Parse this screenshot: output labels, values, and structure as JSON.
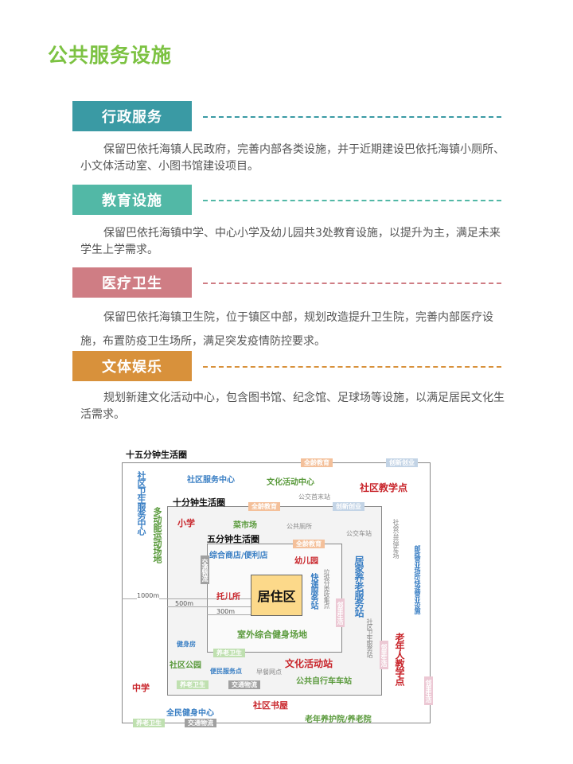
{
  "page_title": "公共服务设施",
  "sections": [
    {
      "heading": "行政服务",
      "color": "#3a9aa4",
      "text": "保留巴依托海镇人民政府，完善内部各类设施，并于近期建设巴依托海镇小厕所、小文体活动室、小图书馆建设项目。"
    },
    {
      "heading": "教育设施",
      "color": "#52b8a6",
      "text": "保留巴依托海镇中学、中心小学及幼儿园共3处教育设施，以提升为主，满足未来学生上学需求。"
    },
    {
      "heading": "医疗卫生",
      "color": "#cf7d84",
      "text": "保留巴依托海镇卫生院，位于镇区中部，规划改造提升卫生院，完善内部医疗设施，布置防疫卫生场所，满足突发疫情防控要求。"
    },
    {
      "heading": "文体娱乐",
      "color": "#d8913b",
      "text": "规划新建文化活动中心，包含图书馆、纪念馆、足球场等设施，以满足居民文化生活需求。"
    }
  ],
  "diagram": {
    "circle15": "十五分钟生活圈",
    "circle10": "十分钟生活圈",
    "circle5": "五分钟生活圈",
    "center": "居住区",
    "distances": [
      "1000m",
      "500m",
      "300m"
    ],
    "tags": {
      "edu": "全龄教育",
      "innov": "创新创业",
      "elder": "养老卫生",
      "logistics": "交通物流",
      "neighbor": "邻里生活"
    },
    "labels": {
      "community_health_center": "社区卫生服务中心",
      "community_service_center": "社区服务中心",
      "culture_center": "文化活动中心",
      "community_teaching": "社区教学点",
      "bus_terminal": "公交首末站",
      "multi_sports": "多动能运动场地",
      "primary_school": "小学",
      "market": "菜市场",
      "toilet": "公共厕所",
      "bus_stop": "公交车站",
      "parking": "社会公共停车场",
      "store": "综合商店/便利店",
      "kindergarten": "幼儿园",
      "home_elderly": "居家养老服务站",
      "post": "邮政营业场所/快递营业设施",
      "express": "快递服务站",
      "garbage": "垃圾分类收集点",
      "nursery": "托儿所",
      "outdoor_fitness": "室外综合健身场地",
      "health_station": "社区卫生服务站",
      "elderly_teaching": "老年人教学点",
      "gym": "健身房",
      "park": "社区公园",
      "culture_station": "文化活动站",
      "convenience": "便民服务点",
      "breakfast": "早餐网点",
      "bike": "公共自行车车站",
      "middle_school": "中学",
      "bookhouse": "社区书屋",
      "fitness_center": "全民健身中心",
      "nursing_home": "老年养护院/养老院"
    }
  }
}
